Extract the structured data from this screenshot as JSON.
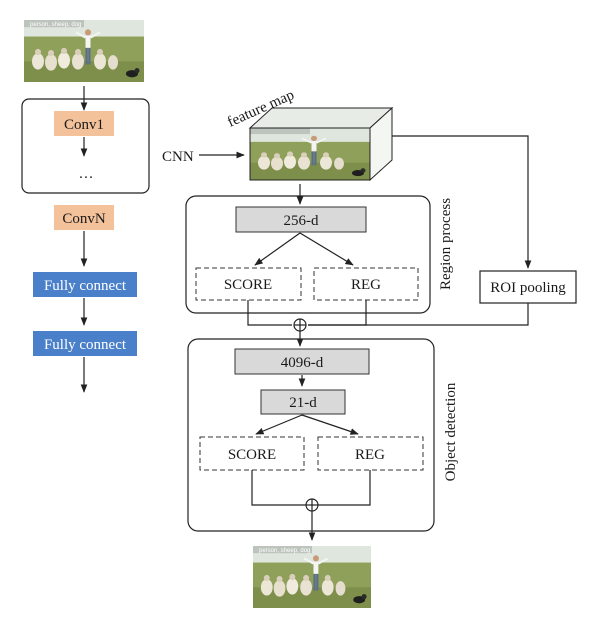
{
  "diagram": {
    "input_image_caption": "person, sheep, dog",
    "output_image_caption": "person, sheep, dog",
    "backbone": {
      "conv1": "Conv1",
      "ellipsis": "…",
      "convN": "ConvN",
      "fc1": "Fully connect",
      "fc2": "Fully connect"
    },
    "feature_map_label": "feature map",
    "cnn_label": "CNN",
    "region_process": {
      "title": "Region process",
      "layer": "256-d",
      "score": "SCORE",
      "reg": "REG"
    },
    "roi_pooling": "ROI pooling",
    "object_detection": {
      "title": "Object detection",
      "layer1": "4096-d",
      "layer2": "21-d",
      "score": "SCORE",
      "reg": "REG"
    },
    "colors": {
      "conv": "#f3c29b",
      "fully_connect": "#4a7fc9",
      "dense_layer": "#d9d9d9",
      "sky": "#cfd9d2",
      "grass": "#8fa05a"
    }
  }
}
